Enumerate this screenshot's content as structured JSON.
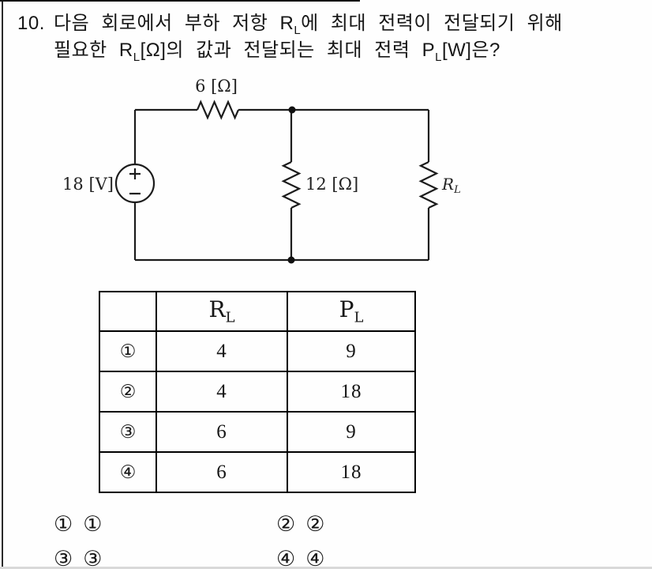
{
  "question": {
    "number": "10.",
    "line1_pre": "다음 회로에서 부하 저항 R",
    "line1_sub": "L",
    "line1_post": "에 최대 전력이 전달되기 위해",
    "line2_pre": "필요한 R",
    "line2_sub1": "L",
    "line2_mid": "[Ω]의 값과 전달되는 최대 전력 P",
    "line2_sub2": "L",
    "line2_post": "[W]은?"
  },
  "circuit": {
    "source_label": "18 [V]",
    "series_resistor_label": "6 [Ω]",
    "shunt_resistor_label": "12 [Ω]",
    "load_label_main": "R",
    "load_label_sub": "L"
  },
  "table": {
    "header_rl_main": "R",
    "header_rl_sub": "L",
    "header_pl_main": "P",
    "header_pl_sub": "L",
    "rows": [
      {
        "marker": "①",
        "rl": "4",
        "pl": "9"
      },
      {
        "marker": "②",
        "rl": "4",
        "pl": "18"
      },
      {
        "marker": "③",
        "rl": "6",
        "pl": "9"
      },
      {
        "marker": "④",
        "rl": "6",
        "pl": "18"
      }
    ]
  },
  "options": [
    {
      "marker": "①",
      "value": "①"
    },
    {
      "marker": "②",
      "value": "②"
    },
    {
      "marker": "③",
      "value": "③"
    },
    {
      "marker": "④",
      "value": "④"
    }
  ]
}
